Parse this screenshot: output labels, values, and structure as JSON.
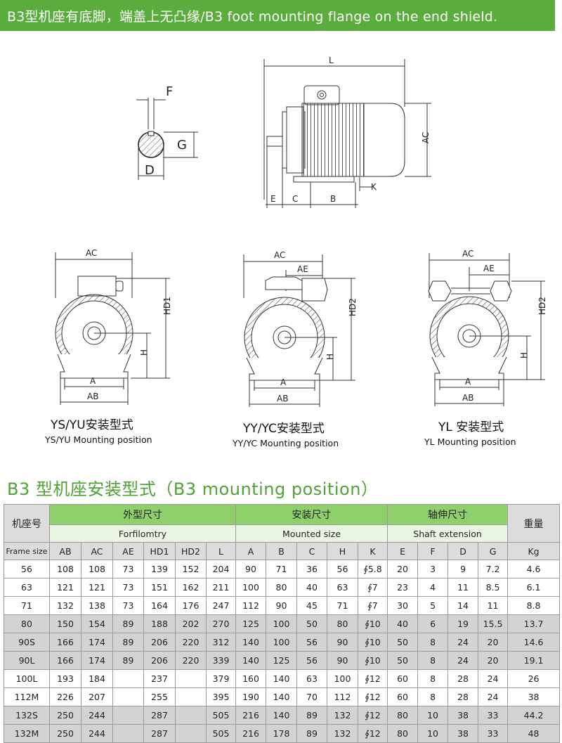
{
  "header": {
    "title": "B3型机座有底脚，端盖上无凸缘/B3  foot mounting flange on the end shield."
  },
  "diagrams": {
    "shaft_labels": {
      "F": "F",
      "G": "G",
      "D": "D"
    },
    "side_labels": {
      "L": "L",
      "AC": "AC",
      "E": "E",
      "C": "C",
      "B": "B",
      "K": "K"
    },
    "views": [
      {
        "dims": [
          "AC",
          "HD1",
          "H",
          "A",
          "AB"
        ],
        "caption_cn": "YS/YU安装型式",
        "caption_en": "YS/YU Mounting position"
      },
      {
        "dims": [
          "AC",
          "AE",
          "HD2",
          "H",
          "A",
          "AB"
        ],
        "caption_cn": "YY/YC安装型式",
        "caption_en": "YY/YC Mounting position"
      },
      {
        "dims": [
          "AC",
          "AE",
          "HD2",
          "H",
          "A",
          "AB"
        ],
        "caption_cn": "YL 安装型式",
        "caption_en": "YL Mounting position"
      }
    ]
  },
  "section": {
    "title": "B3 型机座安装型式（B3 mounting position）"
  },
  "table": {
    "frame_cn": "机座号",
    "frame_en": "Frame size",
    "group1_cn": "外型尺寸",
    "group1_en": "Forfilomtry",
    "group2_cn": "安装尺寸",
    "group2_en": "Mounted size",
    "group3_cn": "轴伸尺寸",
    "group3_en": "Shaft extension",
    "weight_cn": "重量",
    "weight_unit": "Kg",
    "columns": [
      "AB",
      "AC",
      "AE",
      "HD1",
      "HD2",
      "L",
      "A",
      "B",
      "C",
      "H",
      "K",
      "E",
      "F",
      "D",
      "G"
    ],
    "rows": [
      [
        "56",
        "108",
        "108",
        "73",
        "139",
        "152",
        "204",
        "90",
        "71",
        "36",
        "56",
        "∮5.8",
        "20",
        "3",
        "9",
        "7.2",
        "4.6"
      ],
      [
        "63",
        "121",
        "121",
        "73",
        "151",
        "162",
        "211",
        "100",
        "80",
        "40",
        "63",
        "∮7",
        "23",
        "4",
        "11",
        "8.5",
        "6.1"
      ],
      [
        "71",
        "132",
        "138",
        "73",
        "164",
        "176",
        "247",
        "112",
        "90",
        "45",
        "71",
        "∮7",
        "30",
        "5",
        "14",
        "11",
        "8.8"
      ],
      [
        "80",
        "150",
        "154",
        "89",
        "188",
        "202",
        "270",
        "125",
        "100",
        "50",
        "80",
        "∮10",
        "40",
        "6",
        "19",
        "15.5",
        "13.7"
      ],
      [
        "90S",
        "166",
        "174",
        "89",
        "206",
        "220",
        "312",
        "140",
        "100",
        "56",
        "90",
        "∮10",
        "50",
        "8",
        "24",
        "20",
        "14.6"
      ],
      [
        "90L",
        "166",
        "174",
        "89",
        "206",
        "220",
        "339",
        "140",
        "125",
        "56",
        "90",
        "∮10",
        "50",
        "8",
        "24",
        "20",
        "19.1"
      ],
      [
        "100L",
        "193",
        "184",
        "",
        "237",
        "",
        "379",
        "160",
        "140",
        "63",
        "100",
        "∮12",
        "60",
        "8",
        "28",
        "24",
        "26"
      ],
      [
        "112M",
        "226",
        "207",
        "",
        "255",
        "",
        "395",
        "190",
        "140",
        "70",
        "112",
        "∮12",
        "60",
        "8",
        "28",
        "24",
        "38"
      ],
      [
        "132S",
        "250",
        "244",
        "",
        "287",
        "",
        "505",
        "216",
        "140",
        "89",
        "132",
        "∮12",
        "80",
        "10",
        "38",
        "33",
        "44.2"
      ],
      [
        "132M",
        "250",
        "244",
        "",
        "287",
        "",
        "505",
        "216",
        "178",
        "89",
        "132",
        "∮12",
        "80",
        "10",
        "38",
        "33",
        "48"
      ]
    ]
  }
}
